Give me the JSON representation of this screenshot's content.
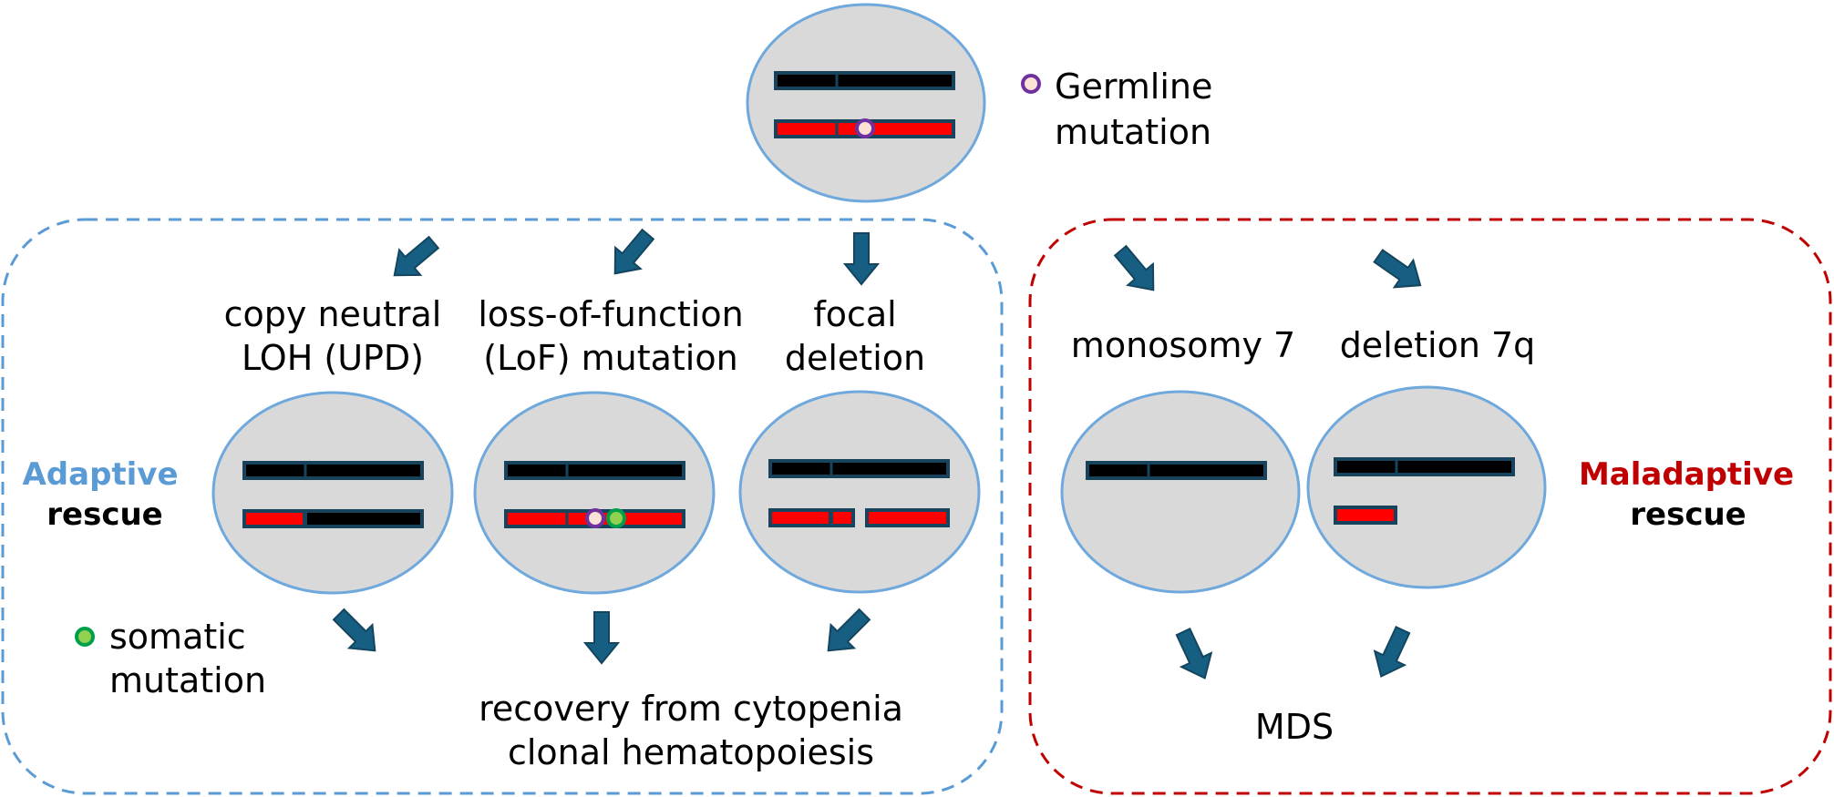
{
  "colors": {
    "chromosome_normal": "#000000",
    "chromosome_affected": "#ff0000",
    "adaptive_accent": "#5b9bd5",
    "maladaptive_accent": "#c00000",
    "germline_marker_ring": "#7030a0",
    "germline_marker_fill": "#fbe2d5",
    "somatic_marker_ring": "#00a04a",
    "somatic_marker_fill": "#92d050",
    "arrow": "#175f82",
    "cell_fill": "#d9d9d9",
    "cell_outline": "#6fa8dc"
  },
  "legend": {
    "germline": {
      "line1": "Germline",
      "line2": "mutation",
      "icon": "purple-ring-circle"
    },
    "somatic": {
      "line1": "somatic",
      "line2": "mutation",
      "icon": "green-circle"
    }
  },
  "initial_cell": {
    "description": "cell with one normal chromosome and one chromosome carrying germline mutation"
  },
  "adaptive": {
    "title": "Adaptive",
    "subtitle": "rescue",
    "events": [
      {
        "line1": "copy neutral",
        "line2": "LOH (UPD)"
      },
      {
        "line1": "loss-of-function",
        "line2": "(LoF) mutation"
      },
      {
        "line1": "focal",
        "line2": "deletion"
      }
    ],
    "outcome": {
      "line1": "recovery from cytopenia",
      "line2": "clonal hematopoiesis"
    }
  },
  "maladaptive": {
    "title": "Maladaptive",
    "subtitle": "rescue",
    "events": [
      {
        "line1": "monosomy 7"
      },
      {
        "line1": "deletion 7q"
      }
    ],
    "outcome": {
      "line1": "MDS"
    }
  }
}
